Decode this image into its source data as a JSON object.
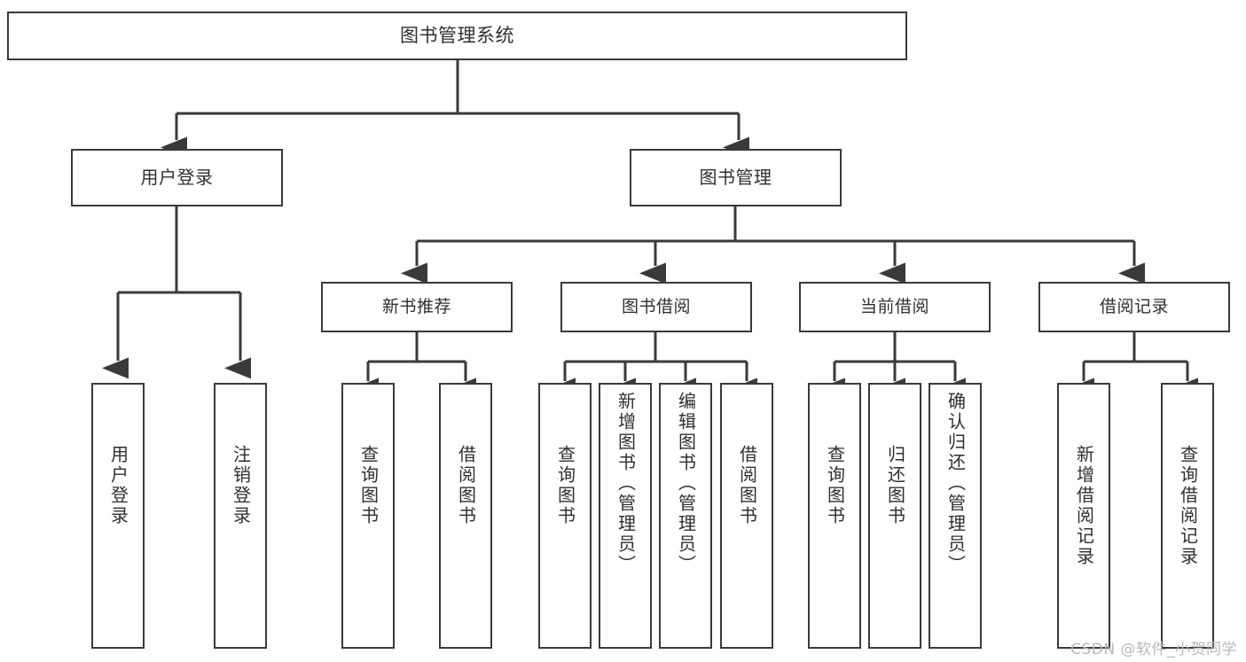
{
  "diagram": {
    "title": "图书管理系统",
    "type": "tree",
    "orientation": "top-down",
    "colors": {
      "border": "#3a3a3a",
      "text": "#2f2f2f",
      "background": "#ffffff",
      "watermark": "#b9b9b9"
    },
    "watermark": "CSDN @软件_小贺同学"
  },
  "nodes": {
    "root": {
      "label": "图书管理系统"
    },
    "level1": [
      {
        "id": "user-login",
        "label": "用户登录"
      },
      {
        "id": "book-management",
        "label": "图书管理"
      }
    ],
    "level2": [
      {
        "id": "new-book-recommend",
        "label": "新书推荐"
      },
      {
        "id": "book-borrow",
        "label": "图书借阅"
      },
      {
        "id": "current-borrow",
        "label": "当前借阅"
      },
      {
        "id": "borrow-record",
        "label": "借阅记录"
      }
    ],
    "leaves": {
      "user_login": [
        {
          "id": "leaf-user-login",
          "label": "用户登录"
        },
        {
          "id": "leaf-logout-login",
          "label": "注销登录"
        }
      ],
      "new_book_recommend": [
        {
          "id": "leaf-query-book-1",
          "label": "查询图书"
        },
        {
          "id": "leaf-borrow-book-1",
          "label": "借阅图书"
        }
      ],
      "book_borrow": [
        {
          "id": "leaf-query-book-2",
          "label": "查询图书"
        },
        {
          "id": "leaf-add-book",
          "label": "新增图书（管理员）"
        },
        {
          "id": "leaf-edit-book",
          "label": "编辑图书（管理员）"
        },
        {
          "id": "leaf-borrow-book-2",
          "label": "借阅图书"
        }
      ],
      "current_borrow": [
        {
          "id": "leaf-query-book-3",
          "label": "查询图书"
        },
        {
          "id": "leaf-return-book",
          "label": "归还图书"
        },
        {
          "id": "leaf-confirm-return",
          "label": "确认归还（管理员）"
        }
      ],
      "borrow_record": [
        {
          "id": "leaf-add-record",
          "label": "新增借阅记录"
        },
        {
          "id": "leaf-query-record",
          "label": "查询借阅记录"
        }
      ]
    }
  }
}
